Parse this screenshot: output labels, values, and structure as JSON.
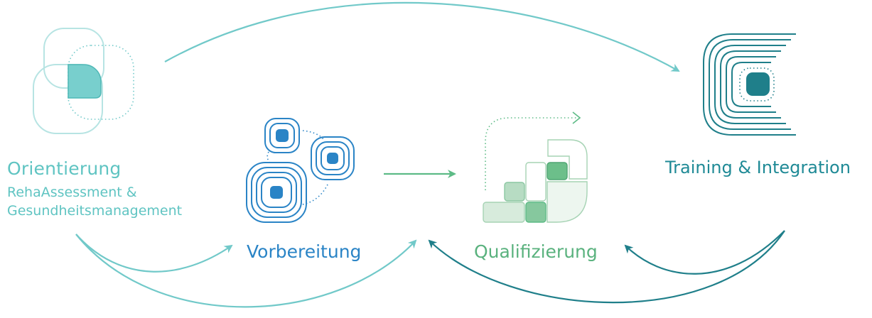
{
  "colors": {
    "orientation": "#5fc4c2",
    "vorbereitung": "#2a84c6",
    "qualifizierung": "#5ab27e",
    "training": "#1f8a96",
    "arrow_teal": "#71c9c9",
    "arrow_green": "#5dbb86",
    "arrow_dark": "#1f7f8a"
  },
  "icons": {
    "orientation": "overlapping-rounded-squares-icon",
    "vorbereitung": "concentric-rounded-squares-network-icon",
    "qualifizierung": "stacked-blocks-growth-icon",
    "training": "concentric-c-track-icon"
  },
  "nodes": {
    "orientation": {
      "title": "Orientierung",
      "subtitle_line1": "RehaAssessment &",
      "subtitle_line2": "Gesundheitsmanagement"
    },
    "vorbereitung": {
      "title": "Vorbereitung"
    },
    "qualifizierung": {
      "title": "Qualifizierung"
    },
    "training": {
      "title": "Training & Integration"
    }
  }
}
